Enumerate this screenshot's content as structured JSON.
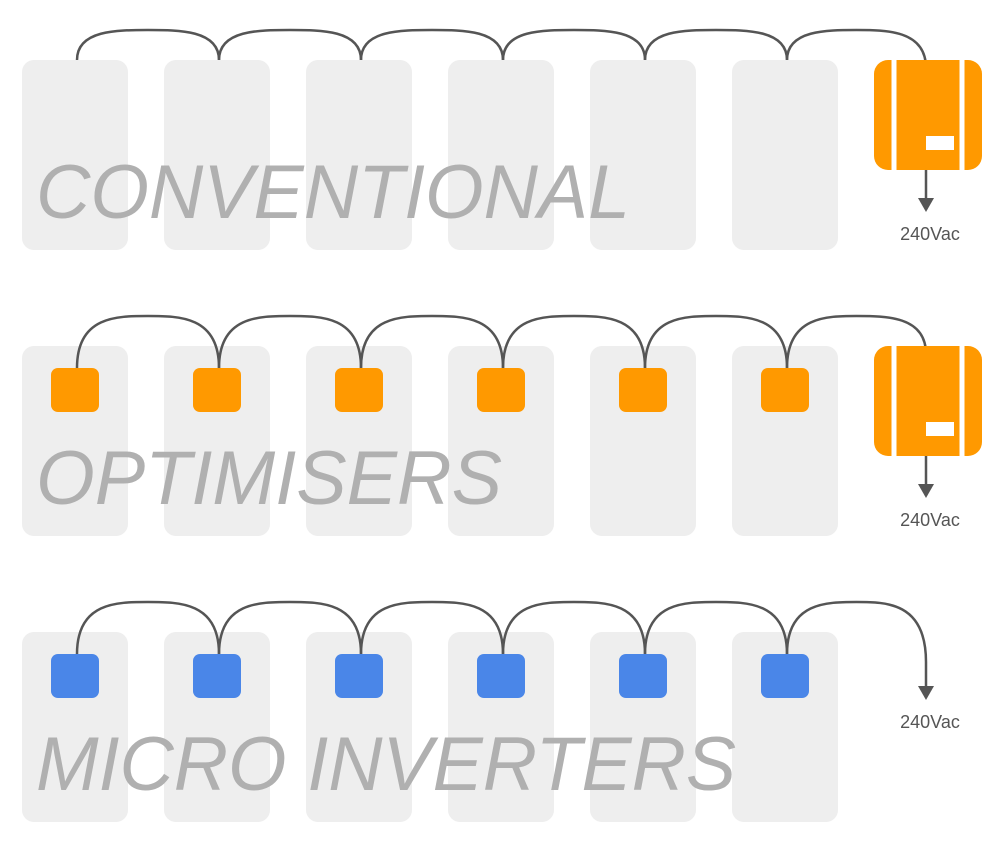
{
  "colors": {
    "panel": "#eeeeee",
    "wire": "#555555",
    "label": "#b0b0b0",
    "inverter": "#ff9900",
    "optimiser": "#ff9900",
    "micro_inverter": "#4a86e8"
  },
  "rows": [
    {
      "id": "conventional",
      "label": "CONVENTIONAL",
      "panel_count": 6,
      "module_device": "none",
      "has_string_inverter": true,
      "output_label": "240Vac"
    },
    {
      "id": "optimisers",
      "label": "OPTIMISERS",
      "panel_count": 6,
      "module_device": "optimiser",
      "has_string_inverter": true,
      "output_label": "240Vac"
    },
    {
      "id": "micro-inverters",
      "label": "MICRO INVERTERS",
      "panel_count": 6,
      "module_device": "micro-inverter",
      "has_string_inverter": false,
      "output_label": "240Vac"
    }
  ]
}
